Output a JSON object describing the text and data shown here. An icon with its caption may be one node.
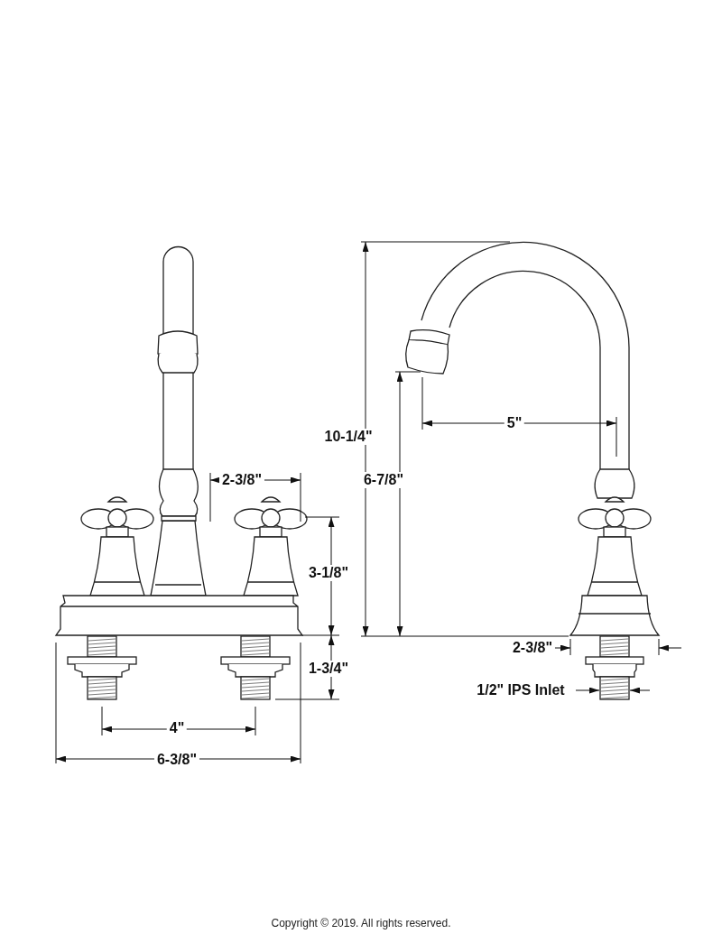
{
  "diagram": {
    "caption": "Copyright © 2019. All rights reserved.",
    "labels": [
      "2-3/8\"",
      "3-1/8\"",
      "1-3/4\"",
      "4\"",
      "6-3/8\"",
      "10-1/4\"",
      "6-7/8\"",
      "5\"",
      "2-3/8\"",
      "1/2\" IPS Inlet"
    ]
  }
}
